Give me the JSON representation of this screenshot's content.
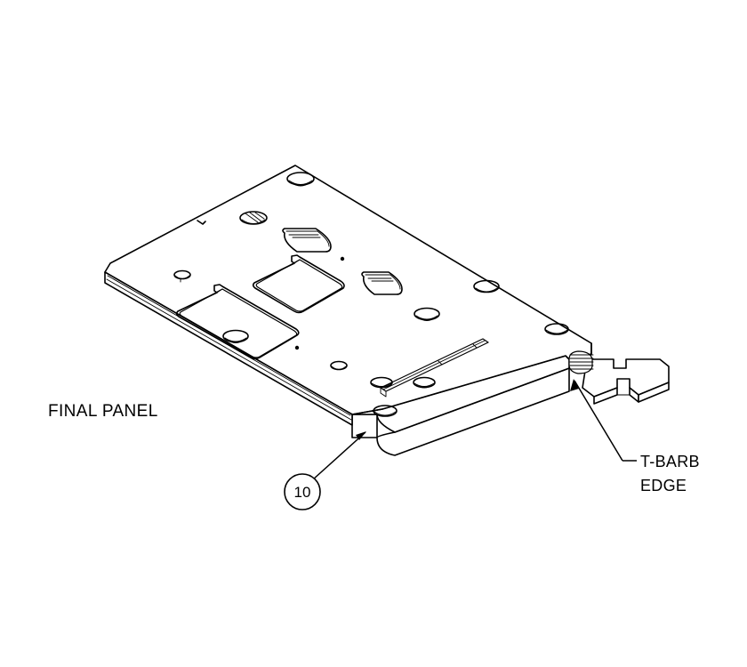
{
  "drawing": {
    "type": "isometric-technical-illustration",
    "background_color": "#ffffff",
    "line_color": "#000000",
    "part_description": "FINAL PANEL",
    "labels": {
      "part_name": "FINAL PANEL",
      "feature_line1": "T-BARB",
      "feature_line2": "EDGE"
    },
    "balloon": {
      "number": "10"
    },
    "callouts": [
      {
        "name": "final-panel-label",
        "text": "FINAL PANEL"
      },
      {
        "name": "t-barb-edge-label",
        "text": "T-BARB EDGE"
      },
      {
        "name": "balloon-10",
        "text": "10"
      }
    ],
    "features": {
      "counterbored_holes": 11,
      "oblong_slots": 2,
      "rectangular_cutouts": 2,
      "small_pin_holes": 2,
      "notched_tab": 1,
      "rib_groove": 1,
      "serrated_barb_edge": 1
    }
  }
}
